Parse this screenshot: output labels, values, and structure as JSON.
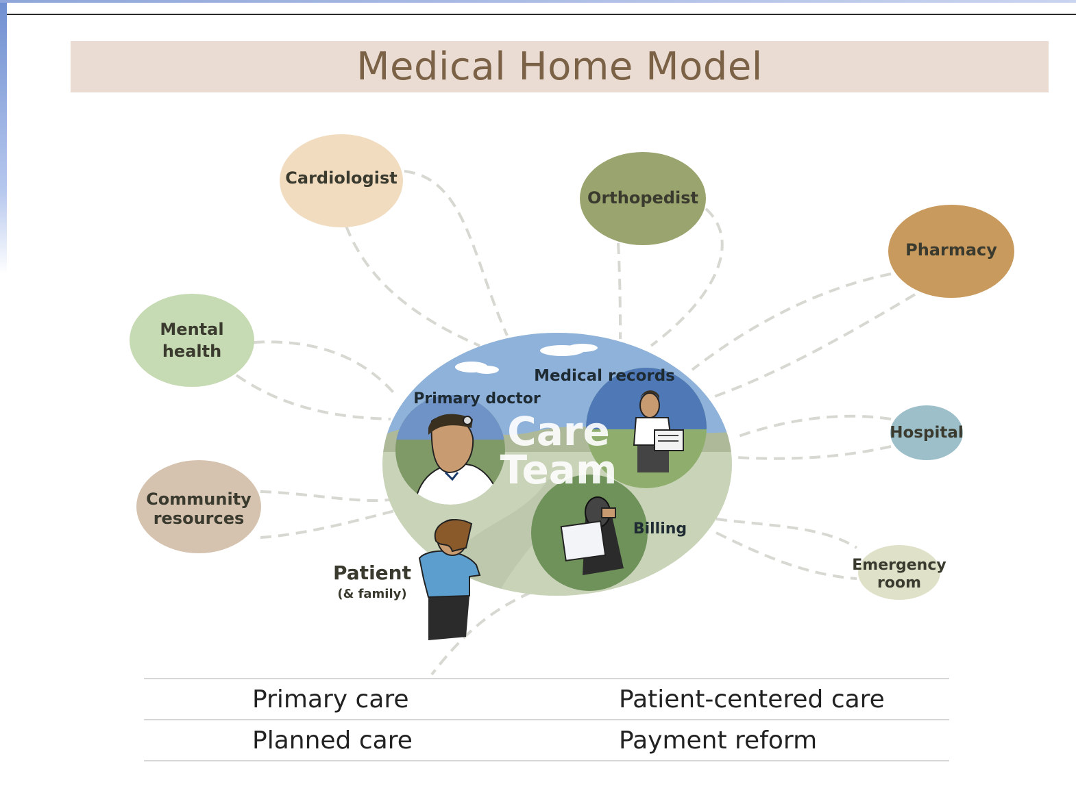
{
  "title": "Medical Home Model",
  "center": {
    "line1": "Care",
    "line2": "Team",
    "primary_doctor": "Primary doctor",
    "medical_records": "Medical records",
    "billing": "Billing",
    "patient": "Patient",
    "patient_sub": "(& family)"
  },
  "nodes": {
    "cardiologist": [
      "Cardiologist"
    ],
    "orthopedist": [
      "Orthopedist"
    ],
    "pharmacy": [
      "Pharmacy"
    ],
    "mental_health": [
      "Mental",
      "health"
    ],
    "hospital": [
      "Hospital"
    ],
    "community_resources": [
      "Community",
      "resources"
    ],
    "emergency_room": [
      "Emergency",
      "room"
    ]
  },
  "colors": {
    "cardiologist": "#f1dcc0",
    "orthopedist": "#9aa46e",
    "pharmacy": "#c99a5d",
    "mental_health": "#c6dbb3",
    "hospital": "#9dbfc9",
    "community_resources": "#d5c3b0",
    "emergency_room": "#dfe1c8",
    "sky": "#8fb2db",
    "ground": "#c8d3b8"
  },
  "footer": {
    "rows": [
      [
        "Primary care",
        "Patient-centered care"
      ],
      [
        "Planned care",
        "Payment reform"
      ]
    ]
  }
}
